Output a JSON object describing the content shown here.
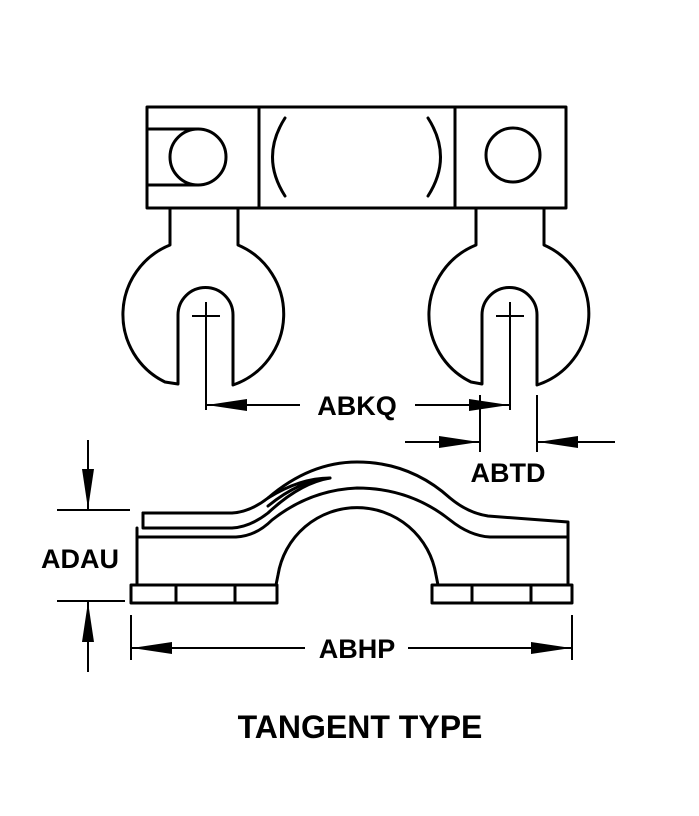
{
  "title": "TANGENT TYPE",
  "dimensions": {
    "center_spacing": "ABKQ",
    "slot_width": "ABTD",
    "height": "ADAU",
    "overall_length": "ABHP"
  },
  "colors": {
    "line": "#000000",
    "background": "#ffffff"
  }
}
